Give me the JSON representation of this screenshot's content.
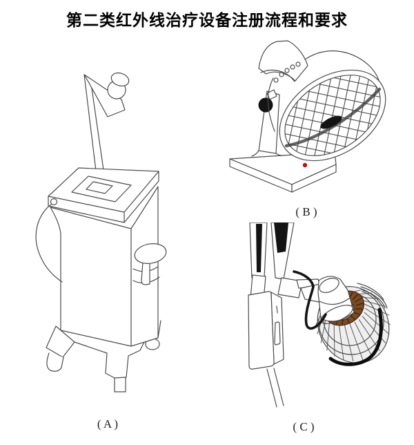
{
  "page": {
    "title": "第二类红外线治疗设备注册流程和要求",
    "background_color": "#ffffff",
    "title_color": "#000000"
  },
  "figures": {
    "a": {
      "label": "( A )",
      "name": "trolley-infrared-therapy-device"
    },
    "b": {
      "label": "( B )",
      "name": "desktop-infrared-lamp"
    },
    "c": {
      "label": "( C )",
      "name": "floor-stand-infrared-lamp"
    }
  },
  "colors": {
    "line": "#4a4a4a",
    "indicator_red": "#c40f0f",
    "heater_brown": "#7b4a21",
    "stripe_black": "#141414",
    "bowl_gray": "#efefef"
  }
}
